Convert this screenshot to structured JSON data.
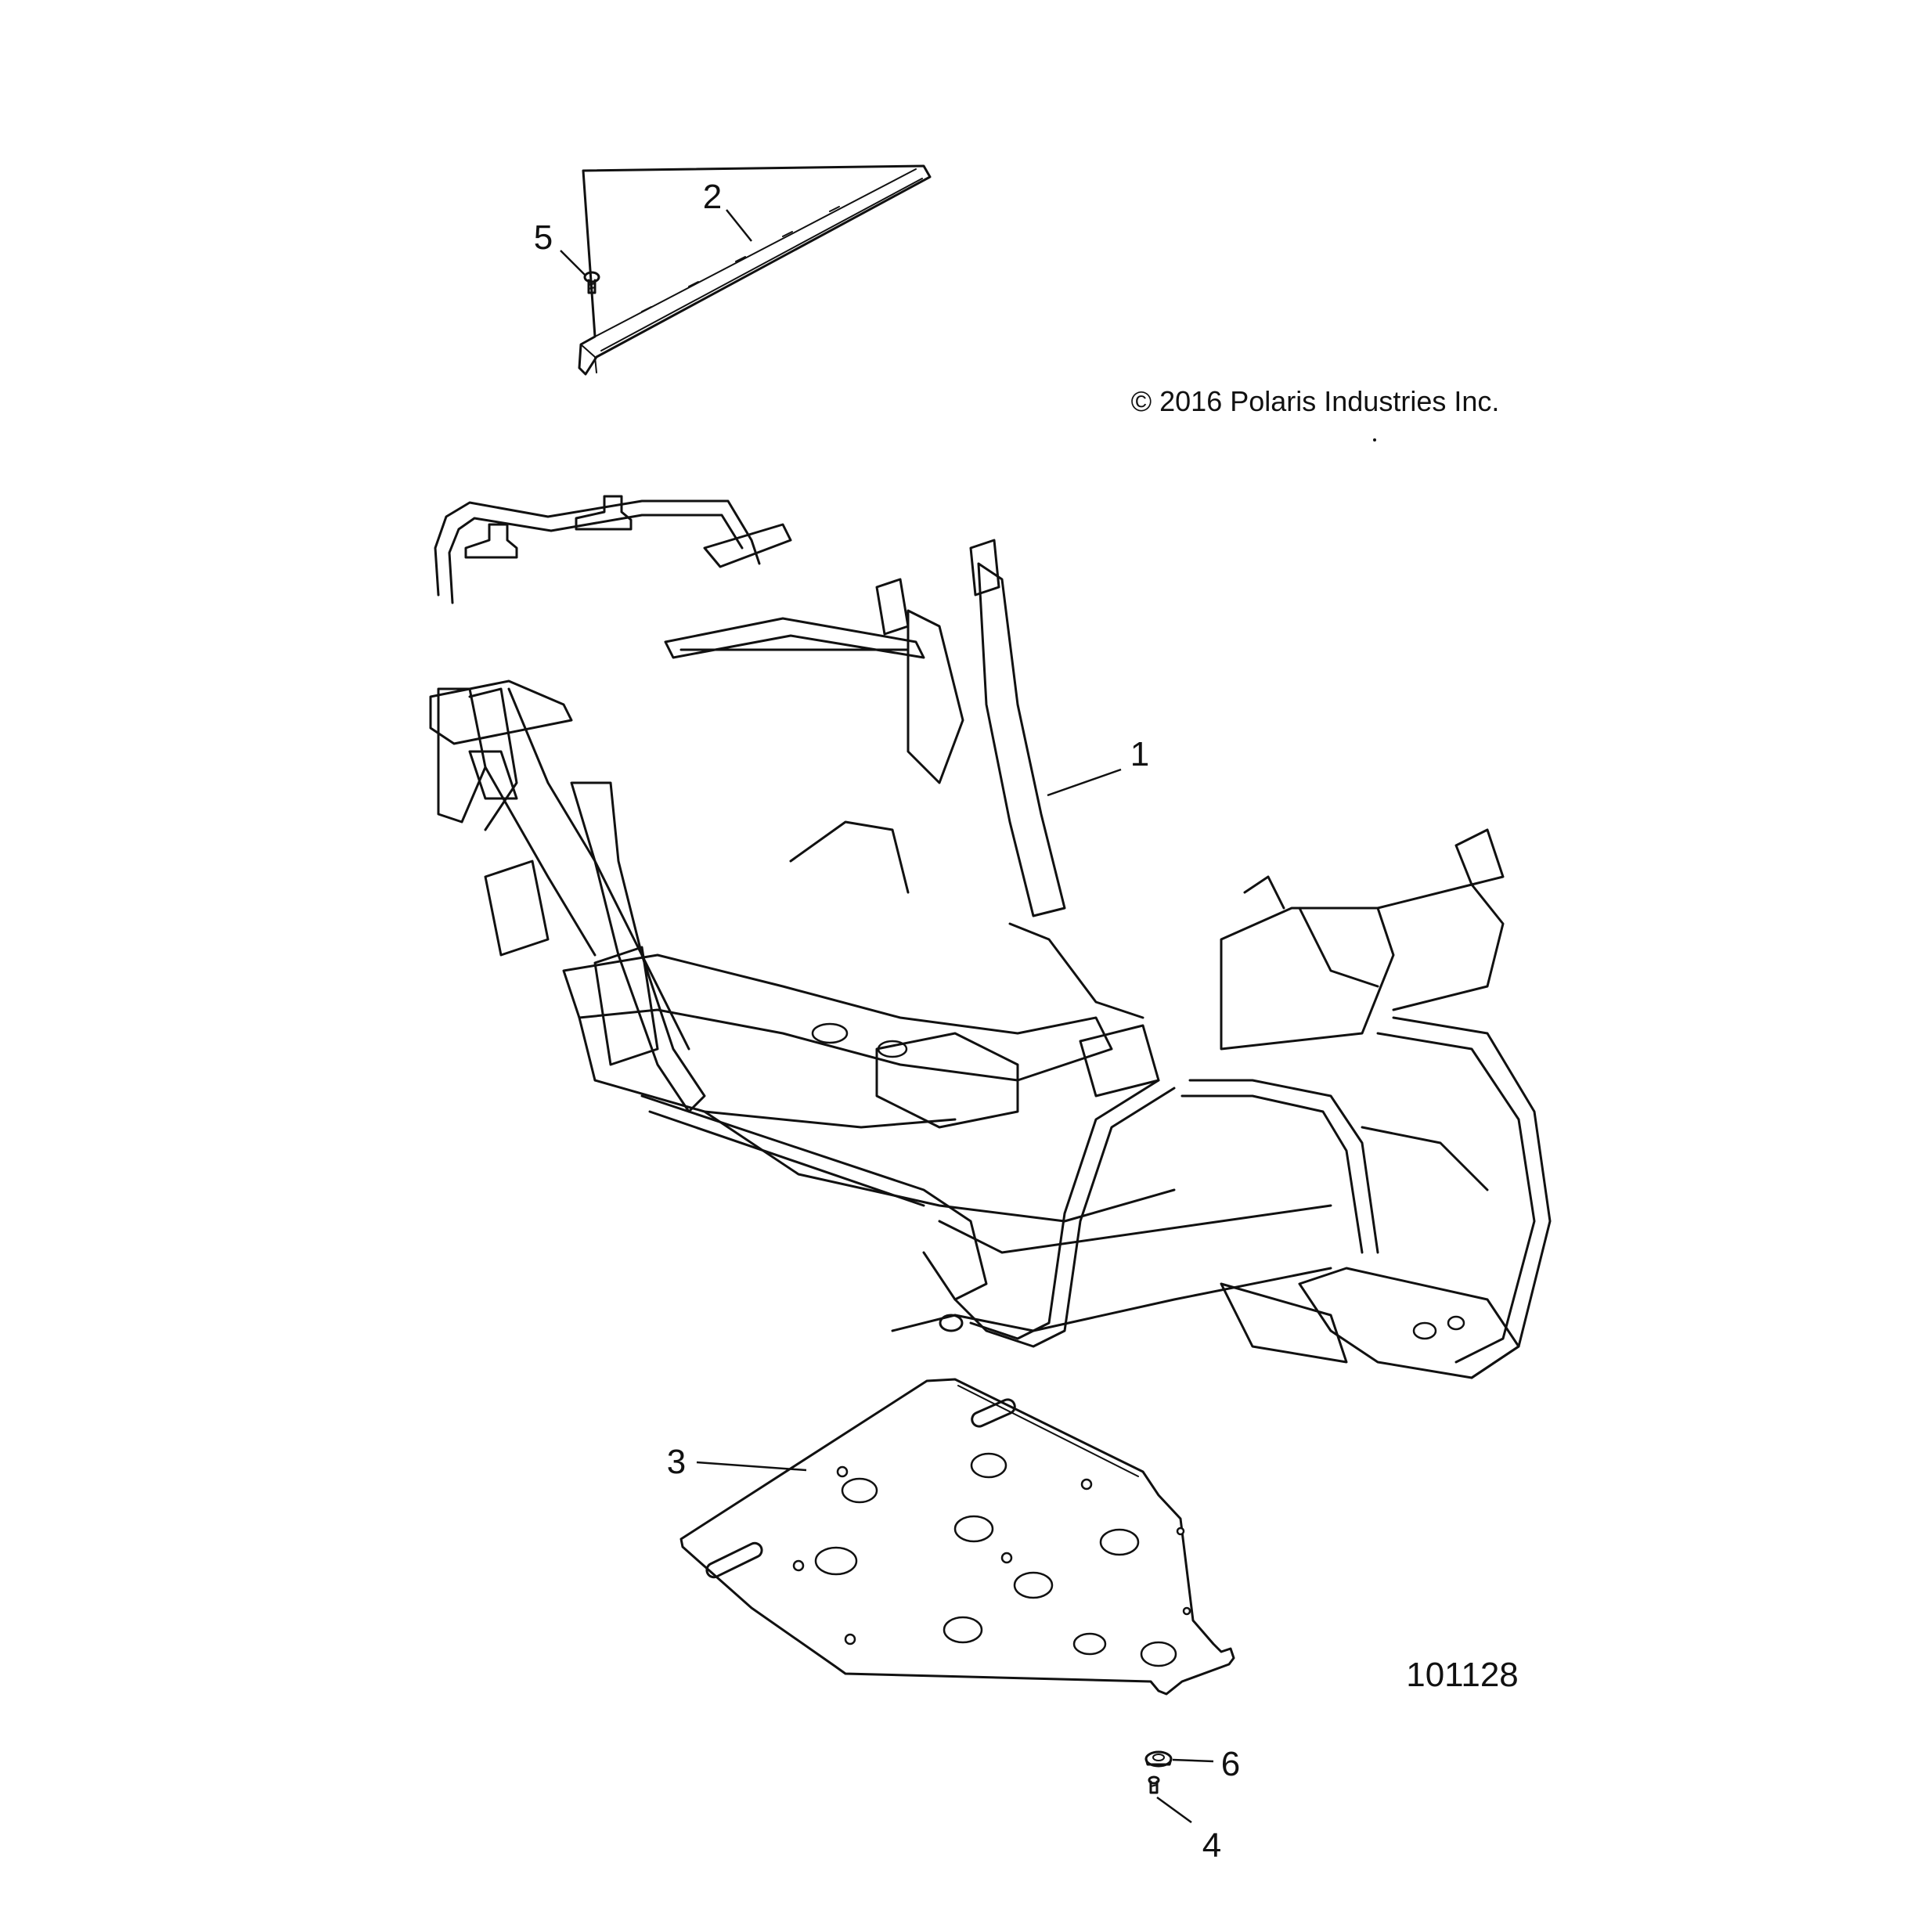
{
  "copyright": "© 2016 Polaris Industries Inc.",
  "figure_number": "101128",
  "callouts": [
    {
      "id": "1",
      "part": "frame"
    },
    {
      "id": "2",
      "part": "rail"
    },
    {
      "id": "3",
      "part": "skid-plate"
    },
    {
      "id": "4",
      "part": "screw"
    },
    {
      "id": "5",
      "part": "screw"
    },
    {
      "id": "6",
      "part": "nut"
    }
  ]
}
